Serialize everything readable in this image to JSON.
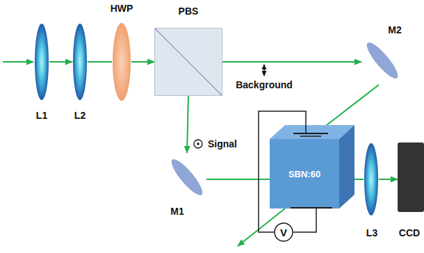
{
  "diagram": {
    "nodes": [
      {
        "text": [
          "L1"
        ]
      },
      {
        "text": [
          "L2"
        ]
      },
      {
        "text": [
          "HWP"
        ]
      },
      {
        "text": [
          "PBS"
        ]
      },
      {
        "text": [
          "M2"
        ]
      },
      {
        "text": [
          "M1"
        ]
      },
      {
        "text": [
          "SBN:60"
        ]
      },
      {
        "text": [
          "L3"
        ]
      },
      {
        "text": [
          "CCD"
        ]
      },
      {
        "text": [
          "V"
        ]
      }
    ],
    "edges": [
      {
        "from": 0,
        "to": 1,
        "arrow": "to"
      },
      {
        "from": 1,
        "to": 2,
        "arrow": "none"
      },
      {
        "from": 2,
        "to": 3,
        "arrow": "to"
      },
      {
        "from": 3,
        "to": 4,
        "label": "Background",
        "arrow": "to"
      },
      {
        "from": 3,
        "to": 5,
        "label": "Signal",
        "arrow": "to"
      },
      {
        "from": 5,
        "to": 6,
        "arrow": "none"
      },
      {
        "from": 4,
        "to": 6,
        "arrow": "none"
      },
      {
        "from": 6,
        "to": 7,
        "arrow": "none"
      },
      {
        "from": 7,
        "to": 8,
        "arrow": "to"
      },
      {
        "from": 6,
        "to": 9,
        "arrow": "none"
      },
      {
        "from": 6,
        "to": 9,
        "arrow": "none"
      }
    ]
  }
}
